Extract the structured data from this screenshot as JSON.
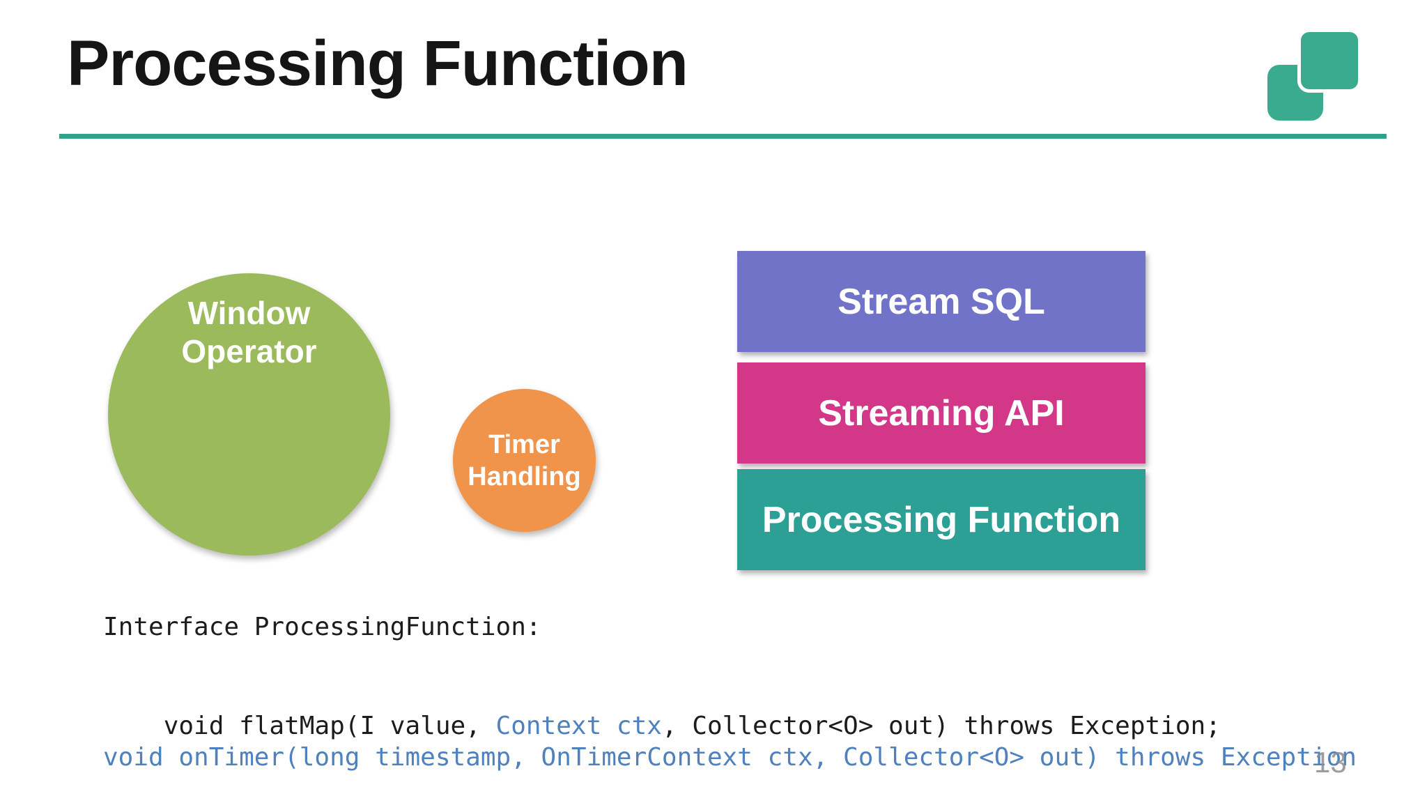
{
  "slide": {
    "title": "Processing Function",
    "page_number": "13",
    "accent_color": "#2fa287",
    "logo_color": "#3aab8e",
    "background_color": "#ffffff",
    "title_color": "#151515"
  },
  "diagram": {
    "window_operator": {
      "line1": "Window",
      "line2": "Operator",
      "color": "#9bba5b"
    },
    "timer_handling": {
      "line1": "Timer",
      "line2": "Handling",
      "color": "#f0934b"
    },
    "stack": [
      {
        "label": "Stream SQL",
        "color": "#7173c8"
      },
      {
        "label": "Streaming API",
        "color": "#d23788"
      },
      {
        "label": "Processing Function",
        "color": "#2da096"
      }
    ]
  },
  "code": {
    "line1": "Interface ProcessingFunction:",
    "line2_seg1": "void flatMap(I value, ",
    "line2_seg2": "Context ctx",
    "line2_seg3": ", Collector<O> out) throws Exception;",
    "line3": "void onTimer(long timestamp, OnTimerContext ctx, Collector<O> out) throws Exception",
    "black_color": "#1c1c1c",
    "blue_color": "#4e81be"
  }
}
